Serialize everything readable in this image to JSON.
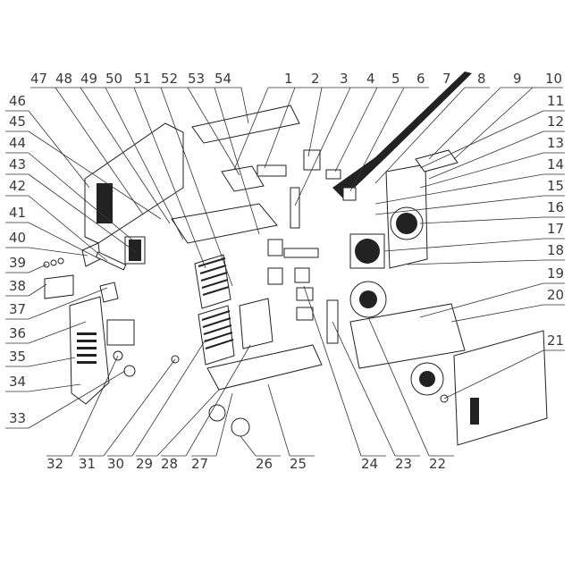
{
  "labels": {
    "top": [
      "47",
      "48",
      "49",
      "50",
      "51",
      "52",
      "53",
      "54",
      "1",
      "2",
      "3",
      "4",
      "5",
      "6",
      "7",
      "8",
      "9",
      "10"
    ],
    "right": [
      "11",
      "12",
      "13",
      "14",
      "15",
      "16",
      "17",
      "18",
      "19",
      "20",
      "21"
    ],
    "left": [
      "46",
      "45",
      "44",
      "43",
      "42",
      "41",
      "40",
      "39",
      "38",
      "37",
      "36",
      "35",
      "34",
      "33"
    ],
    "bottom": [
      "32",
      "31",
      "30",
      "29",
      "28",
      "27",
      "26",
      "25",
      "24",
      "23",
      "22"
    ]
  },
  "colors": {
    "ink": "#222222",
    "label": "#3a3a3a",
    "background": "#ffffff"
  }
}
